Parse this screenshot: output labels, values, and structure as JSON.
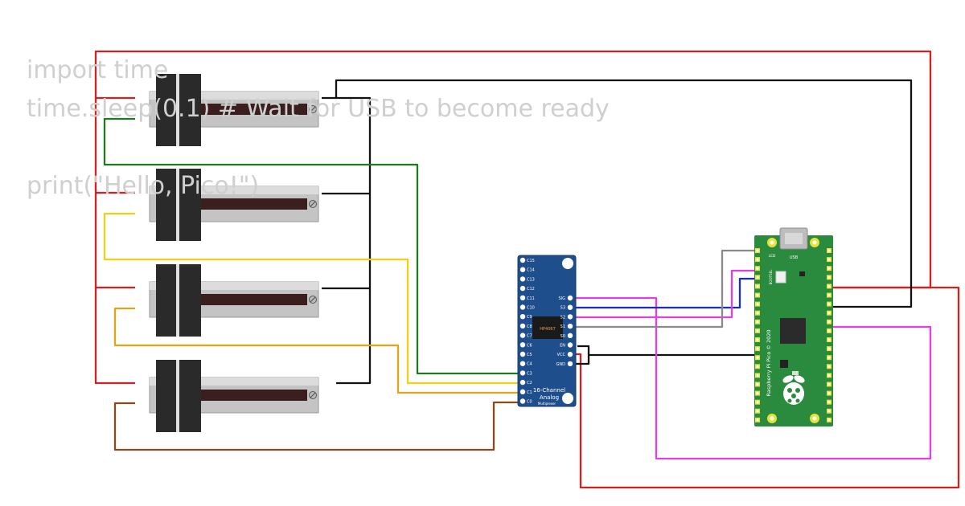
{
  "code_overlay": {
    "lines": [
      "import time",
      "time.sleep(0.1) # Wait for USB to become ready",
      "",
      "print(\"Hello, Pico!\")"
    ]
  },
  "mux": {
    "channel_labels": [
      "C15",
      "C14",
      "C13",
      "C12",
      "C11",
      "C10",
      "C9",
      "C8",
      "C7",
      "C6",
      "C5",
      "C4",
      "C3",
      "C2",
      "C1",
      "C0"
    ],
    "control_labels": [
      "SIG",
      "S3",
      "S2",
      "S1",
      "S0",
      "EN",
      "VCC",
      "GND"
    ],
    "chip_text": "HP4067",
    "board_title": "16-Channel",
    "board_subtitle": "Analog",
    "board_caption": "Multiplexer"
  },
  "pico": {
    "usb_label": "USB",
    "led_label": "LED",
    "bootsel_label": "BOOTSEL",
    "board_label": "Raspberry Pi Pico © 2020"
  },
  "colors": {
    "power": "#d42020",
    "ground": "#111111",
    "wiper_1": "#1f7a1f",
    "wiper_2": "#f2cf14",
    "wiper_3": "#e6a317",
    "wiper_4": "#8b4a1c",
    "signal": "#e040e0",
    "select_blue": "#1a2fb8",
    "select_gray": "#8a8a8a",
    "mux_board": "#1f4e8c",
    "pico_board": "#2a8a3e"
  }
}
